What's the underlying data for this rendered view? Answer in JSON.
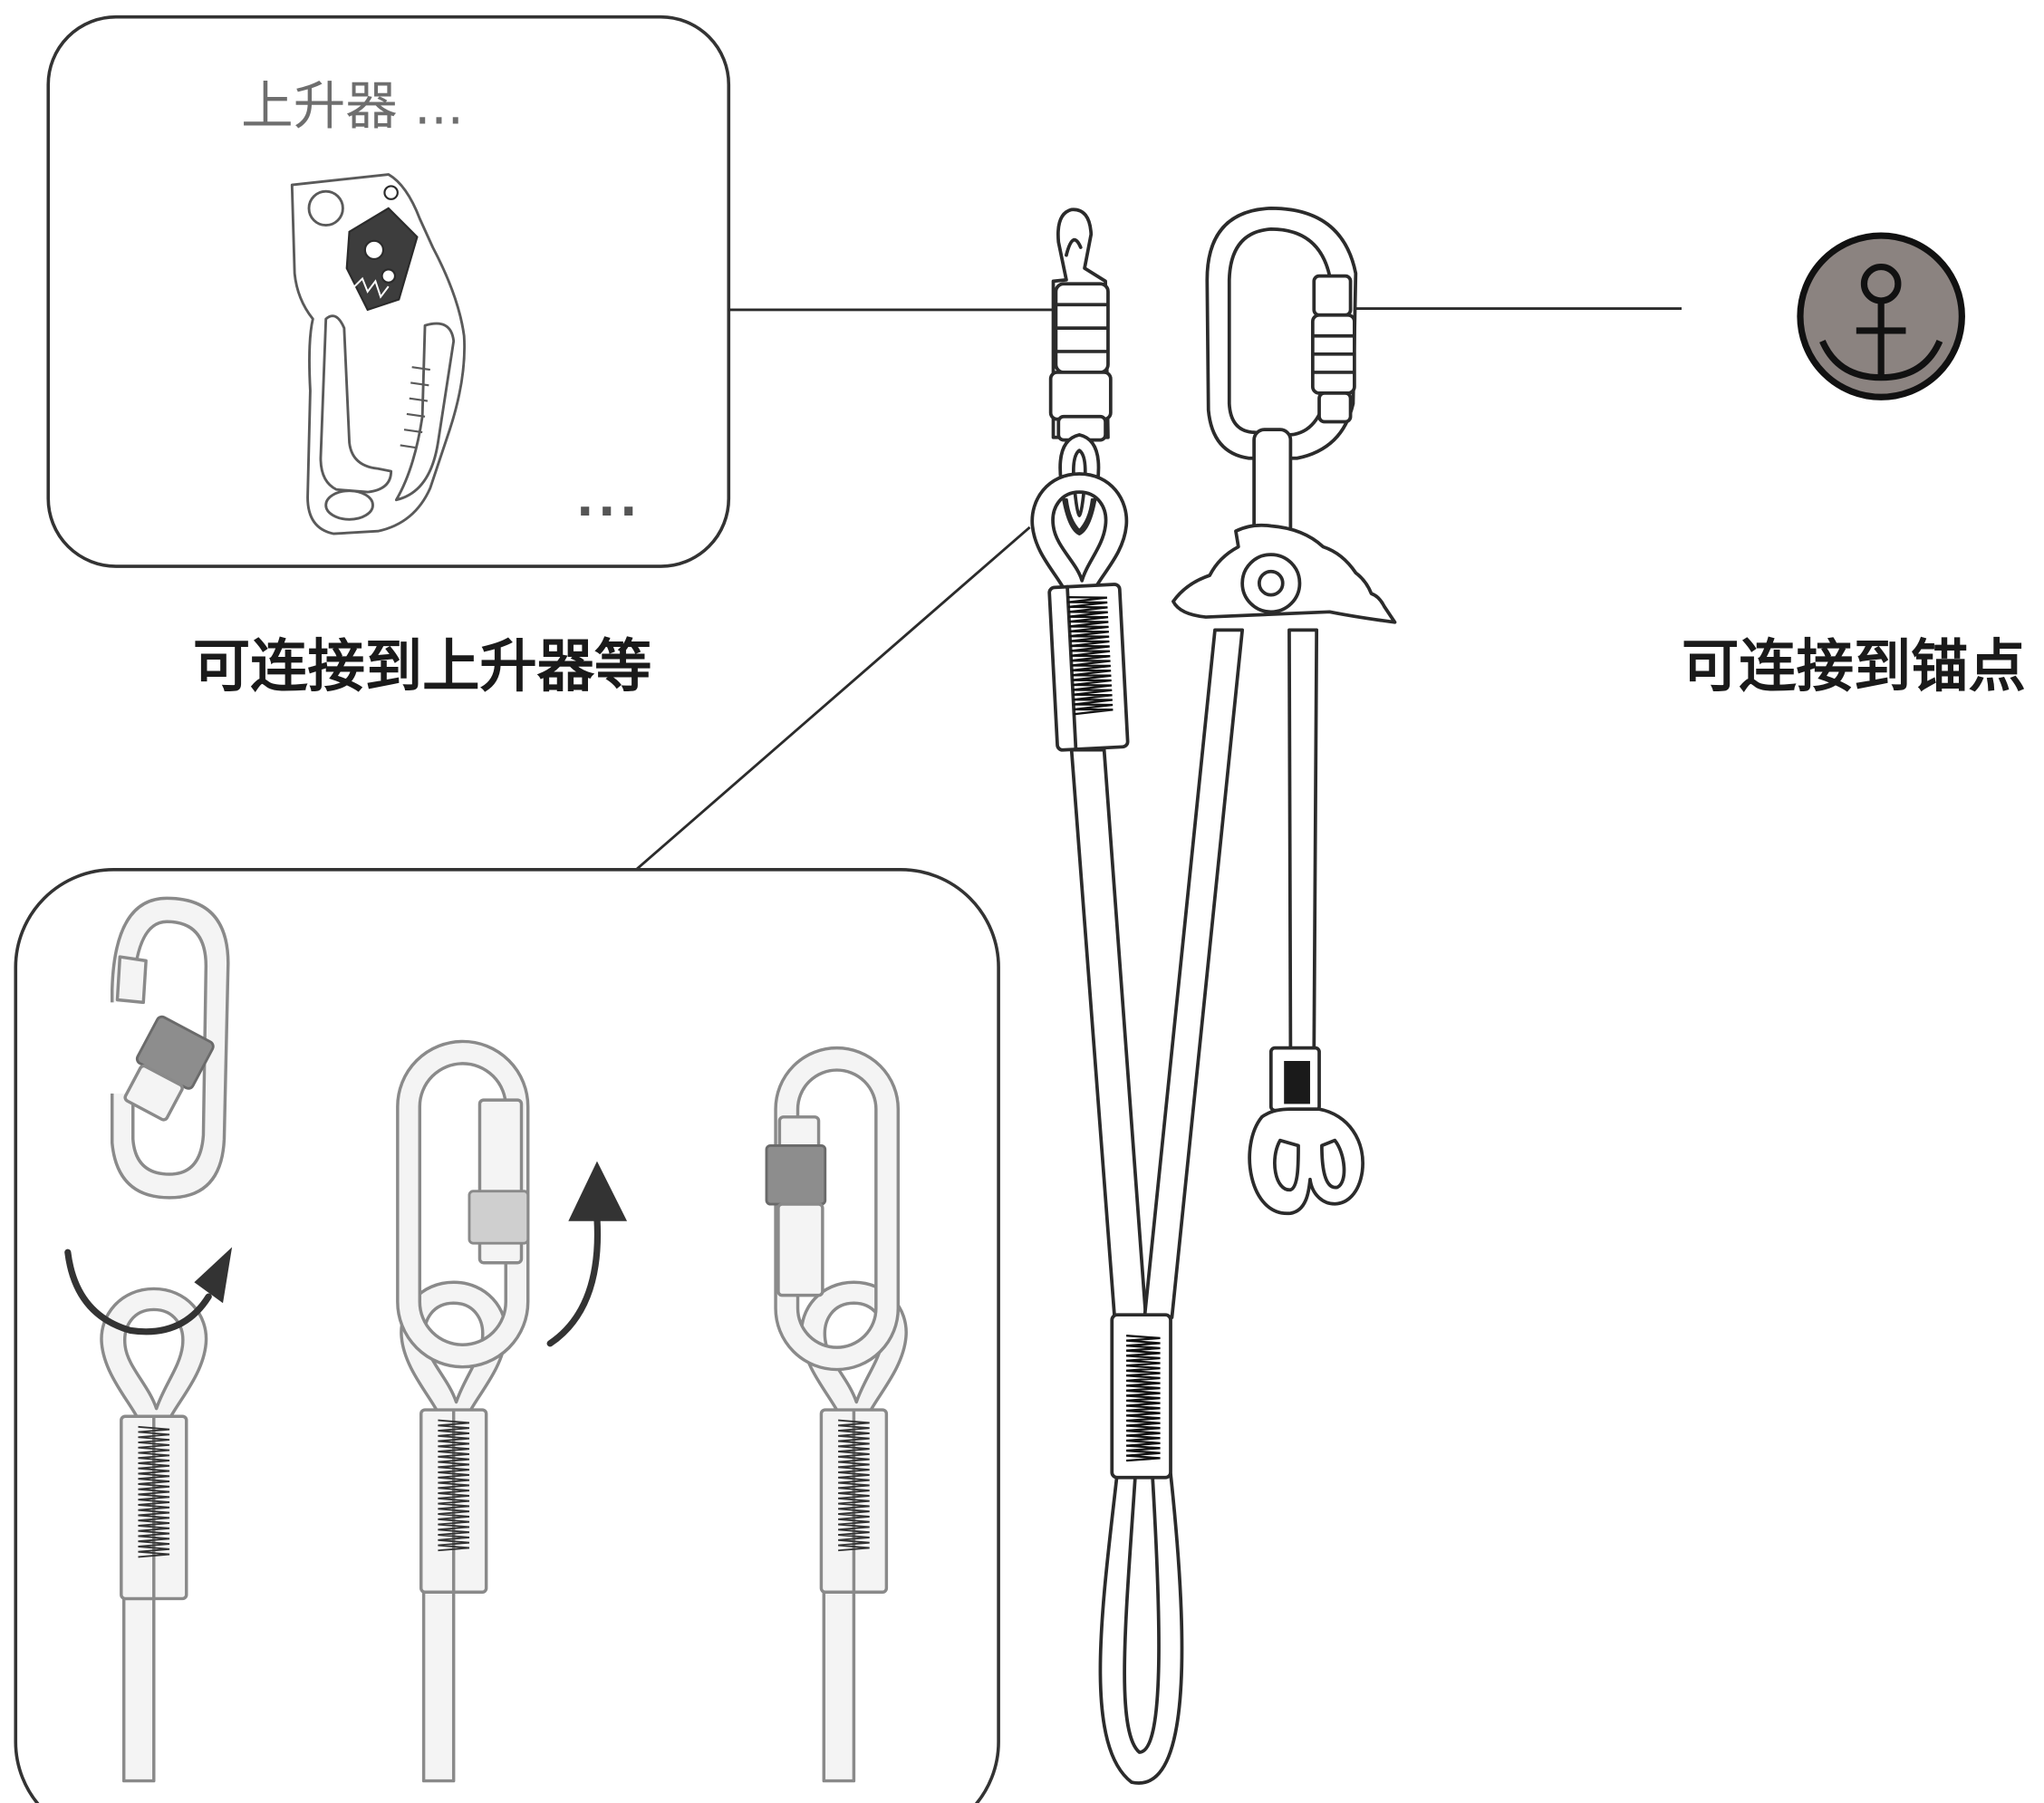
{
  "ascender_callout": {
    "title": "上升器 ...",
    "more": "..."
  },
  "labels": {
    "ascender_connect": "可连接到上升器等",
    "anchor_connect": "可连接到锚点"
  },
  "icons": {
    "anchor": "anchor-icon",
    "rotate_arrow": "curved-arrow-icon",
    "up_arrow": "curved-up-arrow-icon"
  },
  "colors": {
    "line": "#2b2b2b",
    "anchor_fill": "#8b8380",
    "label_text": "#1a1a1a",
    "callout_title": "#6e6e6e",
    "screw_gate_dark": "#8d8d8d",
    "screw_gate_light": "#cfcfcf"
  }
}
